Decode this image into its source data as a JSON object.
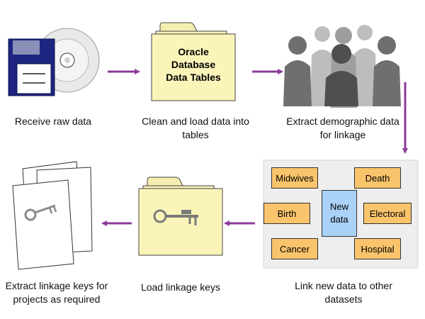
{
  "steps": {
    "receive": {
      "caption": "Receive raw data",
      "icon": "disk-and-cd-icon"
    },
    "clean": {
      "caption": "Clean and load data into tables",
      "icon": "folder-icon",
      "folder_label": "Oracle Database Data Tables"
    },
    "extract_demo": {
      "caption": "Extract demographic data for linkage",
      "icon": "people-icon"
    },
    "link": {
      "caption": "Link new data to other datasets",
      "center": "New data",
      "datasets": [
        "Midwives",
        "Death",
        "Birth",
        "Electoral",
        "Cancer",
        "Hospital"
      ]
    },
    "load_keys": {
      "caption": "Load linkage keys",
      "icon": "key-folder-icon"
    },
    "extract_keys": {
      "caption": "Extract linkage keys for projects as required",
      "icon": "key-documents-icon"
    }
  },
  "colors": {
    "arrow": "#8a3b9a",
    "folder_fill": "#fbf4b9",
    "dataset_box": "#f9c46b",
    "new_data_box": "#a9d2f6"
  }
}
